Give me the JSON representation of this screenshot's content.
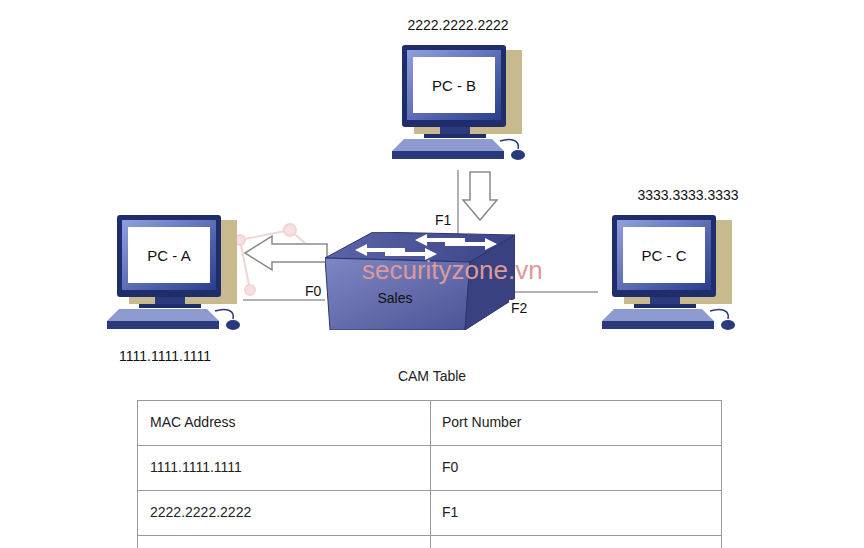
{
  "diagram": {
    "nodes": [
      {
        "text": [
          "PC - B",
          "2222.2222.2222"
        ]
      },
      {
        "text": [
          "PC - A",
          "1111.1111.1111"
        ]
      },
      {
        "text": [
          "Sales"
        ]
      },
      {
        "text": [
          "PC - C",
          "3333.3333.3333"
        ]
      }
    ],
    "edges": [
      {
        "from": 1,
        "to": 2,
        "arrow": "none",
        "label": "F0"
      },
      {
        "from": 0,
        "to": 2,
        "arrow": "none",
        "label": "F1"
      },
      {
        "from": 2,
        "to": 3,
        "arrow": "none",
        "label": "F2"
      }
    ],
    "labels": [
      "CAM Table",
      "MAC Address",
      "Port Number",
      "1111.1111.1111",
      "F0",
      "2222.2222.2222",
      "F1",
      "securityzone.vn"
    ]
  }
}
